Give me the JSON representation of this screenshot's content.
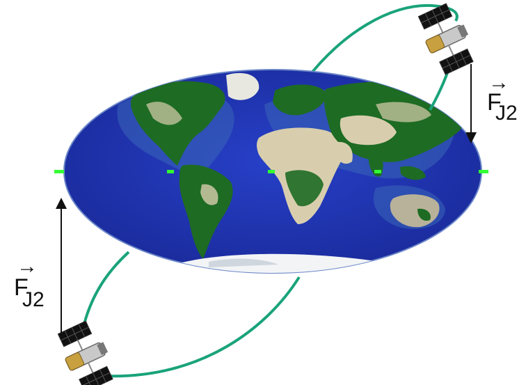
{
  "labels": {
    "force_symbol": "F",
    "force_subscript": "J2",
    "vector_mark": "→"
  },
  "colors": {
    "orbit": "#1aa37a",
    "ocean": "#1f33b0",
    "land_green": "#1e6b23",
    "land_sand": "#d8ceae",
    "ice": "#f2f4f6",
    "equator_marker": "#33ff33",
    "arrow": "#111111"
  },
  "icons": [
    "satellite-icon",
    "earth-map",
    "force-arrow"
  ]
}
